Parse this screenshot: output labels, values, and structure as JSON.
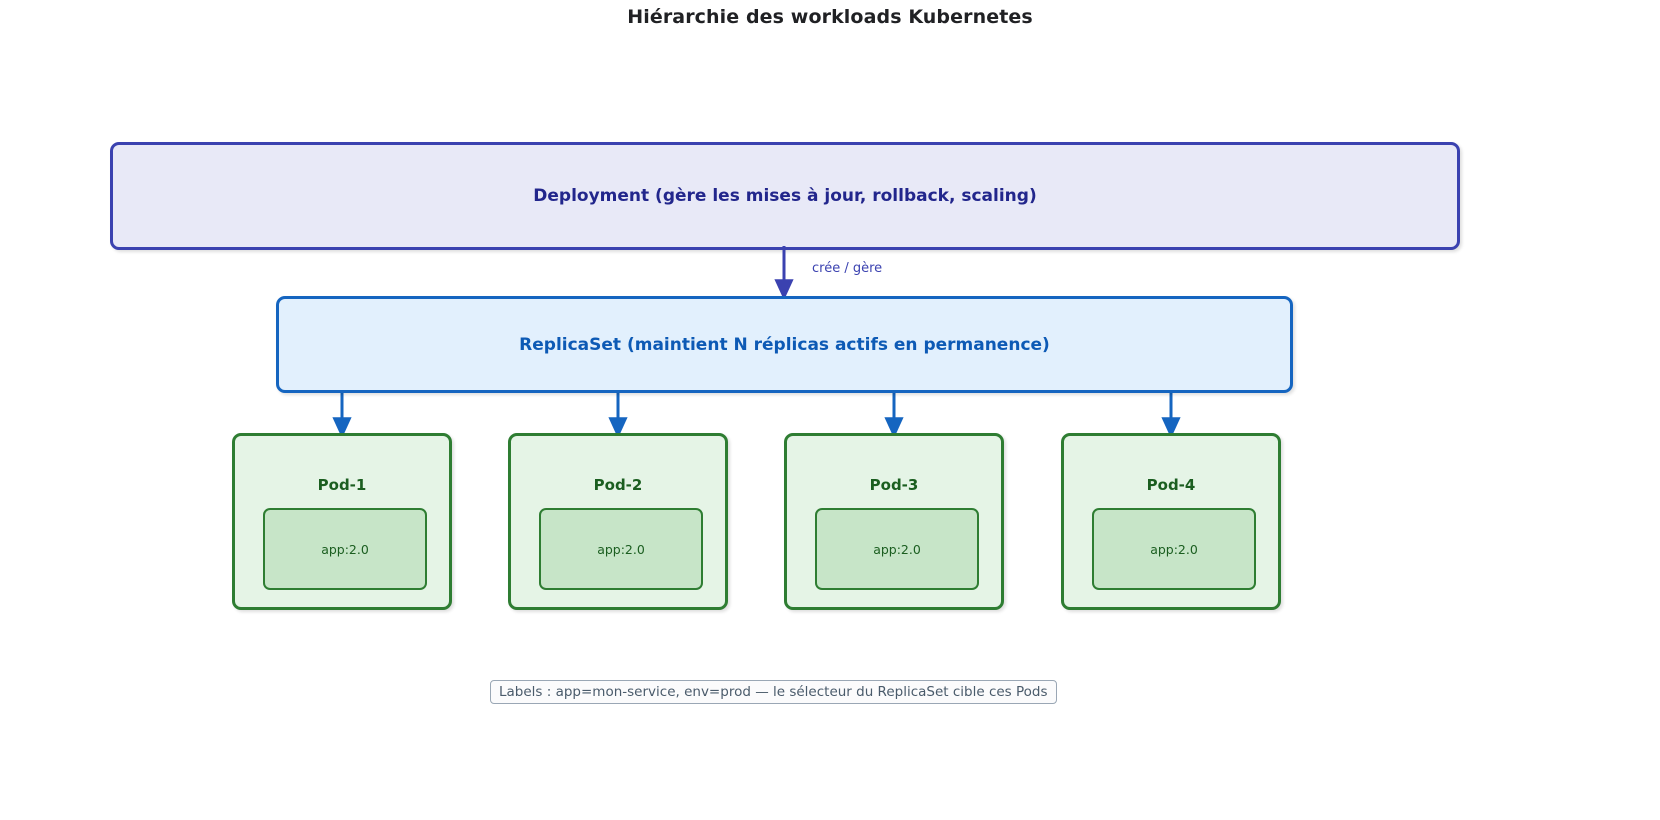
{
  "page": {
    "title": "Hiérarchie des workloads Kubernetes",
    "background_color": "#ffffff"
  },
  "diagram": {
    "type": "hierarchy-flowchart",
    "direction": "top-down",
    "nodes": {
      "deployment": {
        "label": "Deployment  (gère les mises à jour, rollback, scaling)",
        "fill_color": "#e8e9f7",
        "border_color": "#3b42b0",
        "text_color": "#22268c"
      },
      "replicaset": {
        "label": "ReplicaSet  (maintient N réplicas actifs en permanence)",
        "fill_color": "#e2f0fd",
        "border_color": "#1565c0",
        "text_color": "#0d5ab5"
      },
      "pods": [
        {
          "title": "Pod-1",
          "container": "app:2.0"
        },
        {
          "title": "Pod-2",
          "container": "app:2.0"
        },
        {
          "title": "Pod-3",
          "container": "app:2.0"
        },
        {
          "title": "Pod-4",
          "container": "app:2.0"
        }
      ],
      "pod_style": {
        "fill_color": "#e5f4e6",
        "border_color": "#2e7d32",
        "text_color": "#1b5e20",
        "container_fill_color": "#c7e5c8"
      }
    },
    "edges": {
      "deployment_to_replicaset": {
        "label": "crée / gère",
        "color": "#3b42b0",
        "arrow": "down"
      },
      "replicaset_to_pods": {
        "label": "",
        "color": "#1565c0",
        "arrow": "down",
        "count": 4
      }
    },
    "note": {
      "text": "Labels : app=mon-service, env=prod — le sélecteur du ReplicaSet cible ces Pods",
      "border_color": "#9aa7b5",
      "text_color": "#4a5b6b"
    }
  }
}
